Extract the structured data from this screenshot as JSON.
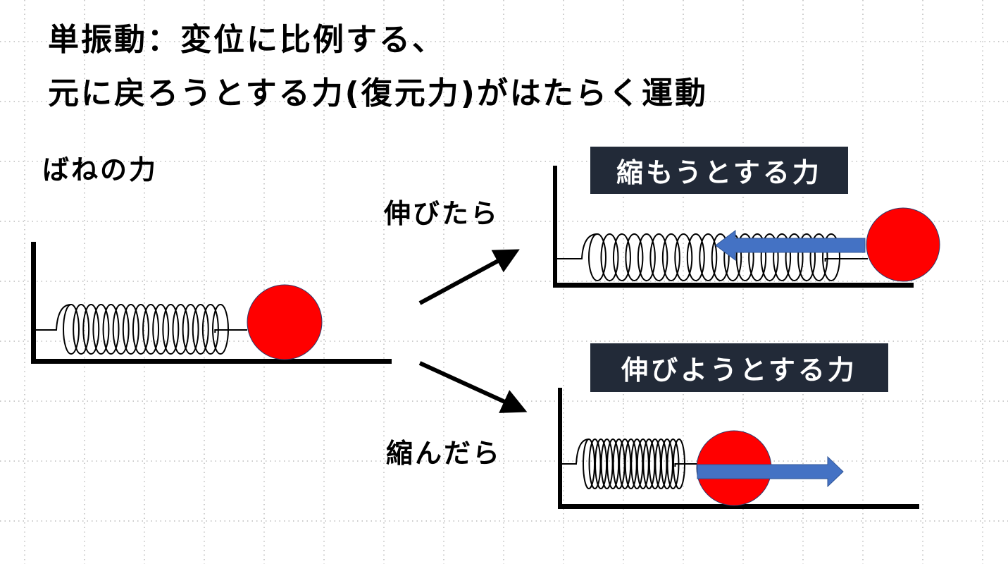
{
  "title": {
    "line1": "単振動：変位に比例する、",
    "line2": "元に戻ろうとする力(復元力)がはたらく運動"
  },
  "section_label": "ばねの力",
  "branch_stretched": "伸びたら",
  "branch_compressed": "縮んだら",
  "stretched_force_label": "縮もうとする力",
  "compressed_force_label": "伸びようとする力",
  "colors": {
    "ball": "#ff0000",
    "force_arrow": "#4472c4",
    "label_box": "#222a38"
  }
}
